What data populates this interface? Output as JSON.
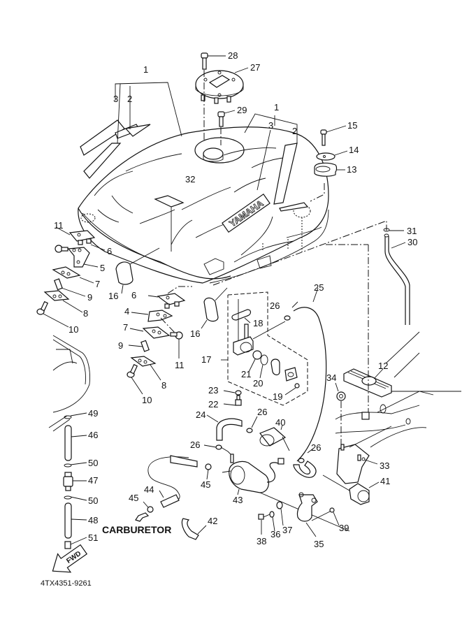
{
  "diagram": {
    "title": "Fuel Tank",
    "catalog_code": "4TX4351-9261",
    "carburetor_label": "CARBURETOR",
    "fwd_label": "FWD",
    "brand_decal": "YAMAHA",
    "callouts": {
      "c1a": "1",
      "c1b": "1",
      "c2a": "2",
      "c2b": "2",
      "c3a": "3",
      "c3b": "3",
      "c4": "4",
      "c5": "5",
      "c6a": "6",
      "c6b": "6",
      "c7a": "7",
      "c7b": "7",
      "c8a": "8",
      "c8b": "8",
      "c9a": "9",
      "c9b": "9",
      "c10a": "10",
      "c10b": "10",
      "c11a": "11",
      "c11b": "11",
      "c12": "12",
      "c13": "13",
      "c14": "14",
      "c15": "15",
      "c16a": "16",
      "c16b": "16",
      "c17": "17",
      "c18": "18",
      "c19": "19",
      "c20": "20",
      "c21": "21",
      "c22": "22",
      "c23": "23",
      "c24": "24",
      "c25": "25",
      "c26a": "26",
      "c26b": "26",
      "c26c": "26",
      "c26d": "26",
      "c27": "27",
      "c28": "28",
      "c29": "29",
      "c30": "30",
      "c31": "31",
      "c32": "32",
      "c33": "33",
      "c34": "34",
      "c35": "35",
      "c36": "36",
      "c37": "37",
      "c38": "38",
      "c39": "39",
      "c40": "40",
      "c41": "41",
      "c42": "42",
      "c43": "43",
      "c44": "44",
      "c45a": "45",
      "c45b": "45",
      "c46": "46",
      "c47": "47",
      "c48": "48",
      "c49": "49",
      "c50a": "50",
      "c50b": "50",
      "c51": "51"
    }
  }
}
